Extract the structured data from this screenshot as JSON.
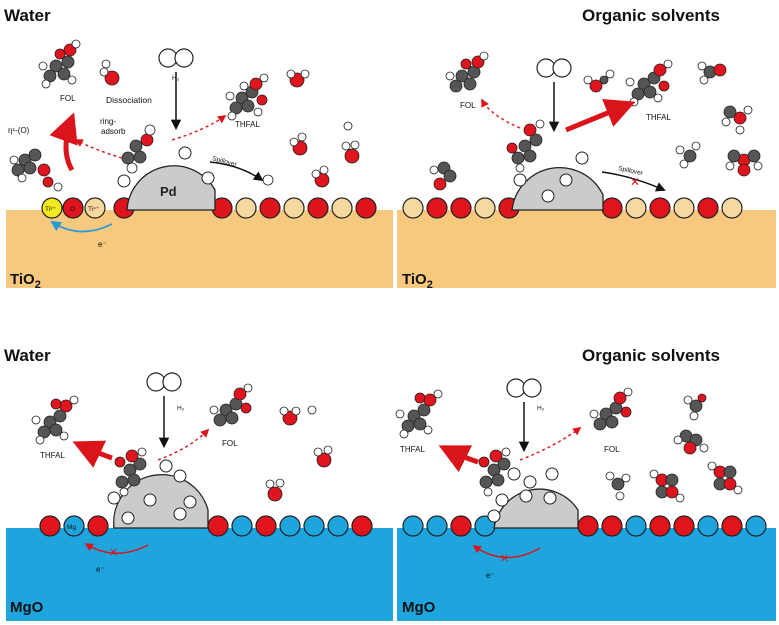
{
  "panels": [
    {
      "id": "tl",
      "title": "Water",
      "support": "TiO",
      "support_sub": "2"
    },
    {
      "id": "tr",
      "title": "Organic solvents",
      "support": "TiO",
      "support_sub": "2"
    },
    {
      "id": "bl",
      "title": "Water",
      "support": "MgO",
      "support_sub": ""
    },
    {
      "id": "br",
      "title": "Organic solvents",
      "support": "MgO",
      "support_sub": ""
    }
  ],
  "labels": {
    "fol": "FOL",
    "thfal": "THFAL",
    "h2": "H₂",
    "dissociation": "Dissociation",
    "ring_adsorb": "ring-\nadsorb",
    "spillover": "Spillover",
    "pd": "Pd",
    "eta": "η¹-(O)",
    "electron": "e⁻",
    "ti3": "Ti³⁺",
    "o": "O",
    "ti4": "Ti⁴⁺",
    "mg": "Mg"
  },
  "colors": {
    "tio2": "#f7c97e",
    "mgo": "#1ea5de",
    "oxygen": "#e0141c",
    "pd_particle": "#c9cbcc",
    "ti_atom": "#f7d9a0",
    "ti3_atom": "#f2ea1a",
    "arrow_red": "#d9141b",
    "arrow_blue": "#2a9ad6"
  }
}
